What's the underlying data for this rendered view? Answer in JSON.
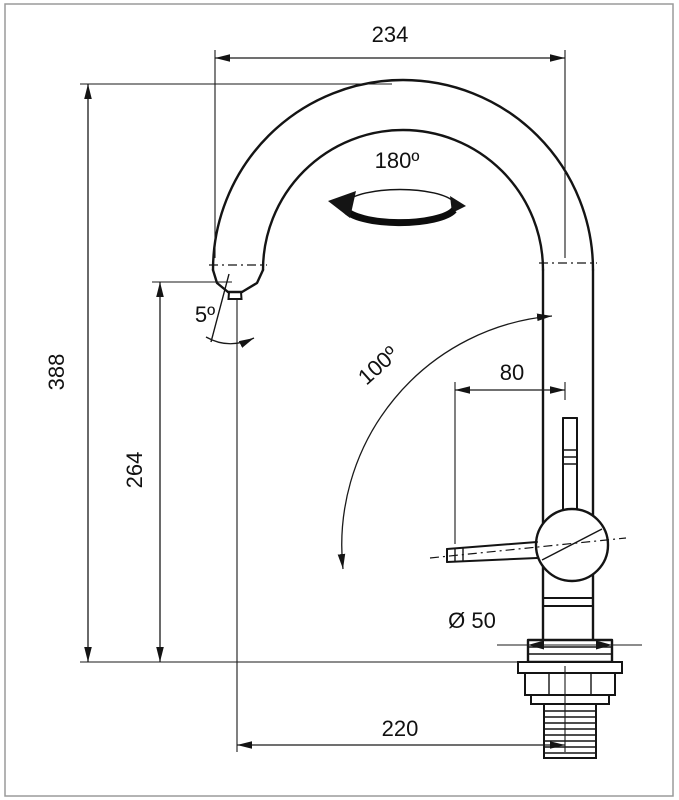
{
  "drawing": {
    "type": "faucet-installation-dimension-diagram",
    "labels": {
      "width_top": "234",
      "height_total": "388",
      "height_spout_outlet": "264",
      "swivel_angle": "180º",
      "spout_tilt_angle": "5º",
      "lever_swing_angle": "100º",
      "lever_length": "80",
      "base_diameter": "Ø 50",
      "width_base_to_spout": "220"
    },
    "colors": {
      "line": "#1a1a1a",
      "background": "#ffffff",
      "frame": "#9a9a9a"
    }
  }
}
